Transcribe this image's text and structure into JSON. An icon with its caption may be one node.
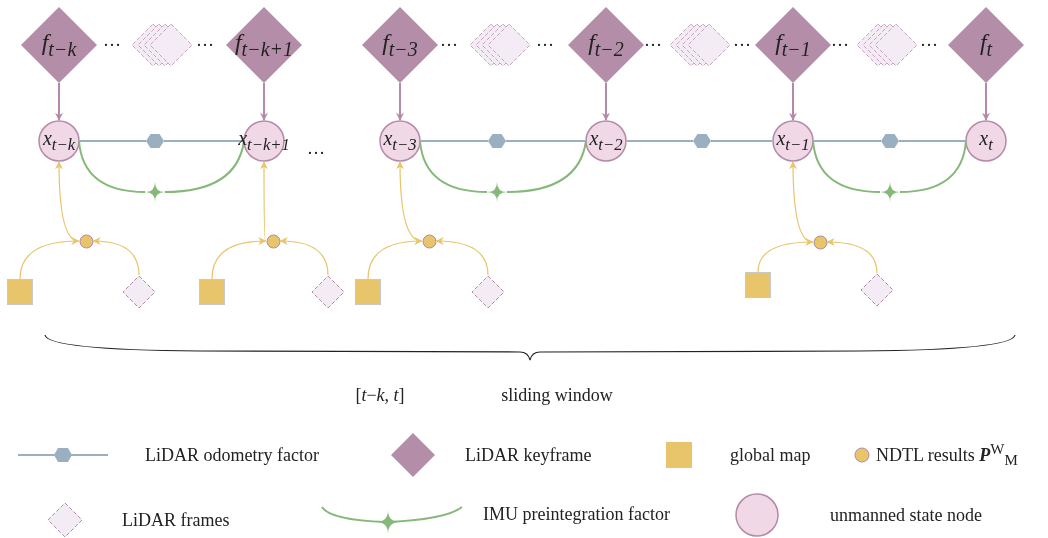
{
  "diagram": {
    "nodes": [
      {
        "text": [
          "f$_{t−k}$"
        ]
      },
      {
        "text": [],
        "shape": "diamond"
      },
      {
        "text": [
          "f$_{t−k+1}$"
        ]
      },
      {
        "text": [
          "f$_{t−3}$"
        ]
      },
      {
        "text": [],
        "shape": "diamond"
      },
      {
        "text": [
          "f$_{t−2}$"
        ]
      },
      {
        "text": [],
        "shape": "diamond"
      },
      {
        "text": [
          "f$_{t−1}$"
        ]
      },
      {
        "text": [],
        "shape": "diamond"
      },
      {
        "text": [
          "f$_{t}$"
        ]
      },
      {
        "text": [
          "x$_{t−k}$"
        ]
      },
      {
        "text": [],
        "shape": "hexagon"
      },
      {
        "text": [
          "x$_{t−k+1}$"
        ]
      },
      {
        "text": [
          "x$_{t−3}$"
        ]
      },
      {
        "text": [],
        "shape": "hexagon"
      },
      {
        "text": [
          "x$_{t−2}$"
        ]
      },
      {
        "text": [],
        "shape": "hexagon"
      },
      {
        "text": [
          "x$_{t−1}$"
        ]
      },
      {
        "text": [],
        "shape": "hexagon"
      },
      {
        "text": [
          "x$_{t}$"
        ]
      },
      {
        "text": [],
        "shape": "star"
      },
      {
        "text": [],
        "shape": "star"
      },
      {
        "text": [],
        "shape": "star"
      },
      {
        "text": [],
        "shape": "circle"
      },
      {
        "text": [],
        "shape": "circle"
      },
      {
        "text": [],
        "shape": "circle"
      },
      {
        "text": [],
        "shape": "circle"
      },
      {
        "text": [],
        "shape": "box"
      },
      {
        "text": [],
        "shape": "diamond"
      },
      {
        "text": [],
        "shape": "box"
      },
      {
        "text": [],
        "shape": "diamond"
      },
      {
        "text": [],
        "shape": "box"
      },
      {
        "text": [],
        "shape": "diamond"
      },
      {
        "text": [],
        "shape": "box"
      },
      {
        "text": [],
        "shape": "diamond"
      }
    ],
    "edges": [
      {
        "from": 0,
        "to": 10,
        "arrow": "to",
        "color": "#b48aa8"
      },
      {
        "from": 2,
        "to": 12,
        "arrow": "to",
        "color": "#b48aa8"
      },
      {
        "from": 3,
        "to": 13,
        "arrow": "to",
        "color": "#b48aa8"
      },
      {
        "from": 5,
        "to": 15,
        "arrow": "to",
        "color": "#b48aa8"
      },
      {
        "from": 7,
        "to": 17,
        "arrow": "to",
        "color": "#b48aa8"
      },
      {
        "from": 9,
        "to": 19,
        "arrow": "to",
        "color": "#b48aa8"
      },
      {
        "from": 10,
        "to": 11,
        "arrow": "none",
        "color": "#9aafbf"
      },
      {
        "from": 11,
        "to": 12,
        "arrow": "none",
        "color": "#9aafbf"
      },
      {
        "from": 13,
        "to": 14,
        "arrow": "none",
        "color": "#9aafbf"
      },
      {
        "from": 14,
        "to": 15,
        "arrow": "none",
        "color": "#9aafbf"
      },
      {
        "from": 15,
        "to": 16,
        "arrow": "none",
        "color": "#9aafbf"
      },
      {
        "from": 16,
        "to": 17,
        "arrow": "none",
        "color": "#9aafbf"
      },
      {
        "from": 17,
        "to": 18,
        "arrow": "none",
        "color": "#9aafbf"
      },
      {
        "from": 18,
        "to": 19,
        "arrow": "none",
        "color": "#9aafbf"
      },
      {
        "from": 10,
        "to": 20,
        "arrow": "none",
        "color": "#86b87a"
      },
      {
        "from": 20,
        "to": 12,
        "arrow": "none",
        "color": "#86b87a"
      },
      {
        "from": 13,
        "to": 21,
        "arrow": "none",
        "color": "#86b87a"
      },
      {
        "from": 21,
        "to": 15,
        "arrow": "none",
        "color": "#86b87a"
      },
      {
        "from": 17,
        "to": 22,
        "arrow": "none",
        "color": "#86b87a"
      },
      {
        "from": 22,
        "to": 19,
        "arrow": "none",
        "color": "#86b87a"
      },
      {
        "from": 23,
        "to": 10,
        "arrow": "to",
        "color": "#e8c46a"
      },
      {
        "from": 24,
        "to": 12,
        "arrow": "to",
        "color": "#e8c46a"
      },
      {
        "from": 25,
        "to": 13,
        "arrow": "to",
        "color": "#e8c46a"
      },
      {
        "from": 26,
        "to": 17,
        "arrow": "to",
        "color": "#e8c46a"
      },
      {
        "from": 27,
        "to": 23,
        "arrow": "to",
        "color": "#e8c46a"
      },
      {
        "from": 28,
        "to": 23,
        "arrow": "to",
        "color": "#e8c46a"
      },
      {
        "from": 29,
        "to": 24,
        "arrow": "to",
        "color": "#e8c46a"
      },
      {
        "from": 30,
        "to": 24,
        "arrow": "to",
        "color": "#e8c46a"
      },
      {
        "from": 31,
        "to": 25,
        "arrow": "to",
        "color": "#e8c46a"
      },
      {
        "from": 32,
        "to": 25,
        "arrow": "to",
        "color": "#e8c46a"
      },
      {
        "from": 33,
        "to": 26,
        "arrow": "to",
        "color": "#e8c46a"
      },
      {
        "from": 34,
        "to": 26,
        "arrow": "to",
        "color": "#e8c46a"
      }
    ],
    "labels": [
      "…",
      "…",
      "…",
      "…",
      "…",
      "…",
      "…",
      "…",
      "…",
      "[*t*−*k*, *t*]",
      "sliding window"
    ],
    "legend": [
      {
        "text": "LiDAR odometry factor"
      },
      {
        "text": "LiDAR keyframe"
      },
      {
        "text": "global map",
        "color": "#e8c46a"
      },
      {
        "text": "NDTL results **P**$^{W}$$_{M}$"
      },
      {
        "text": "LiDAR frames"
      },
      {
        "text": "IMU preintegration factor"
      },
      {
        "text": "unmanned state node"
      }
    ]
  }
}
